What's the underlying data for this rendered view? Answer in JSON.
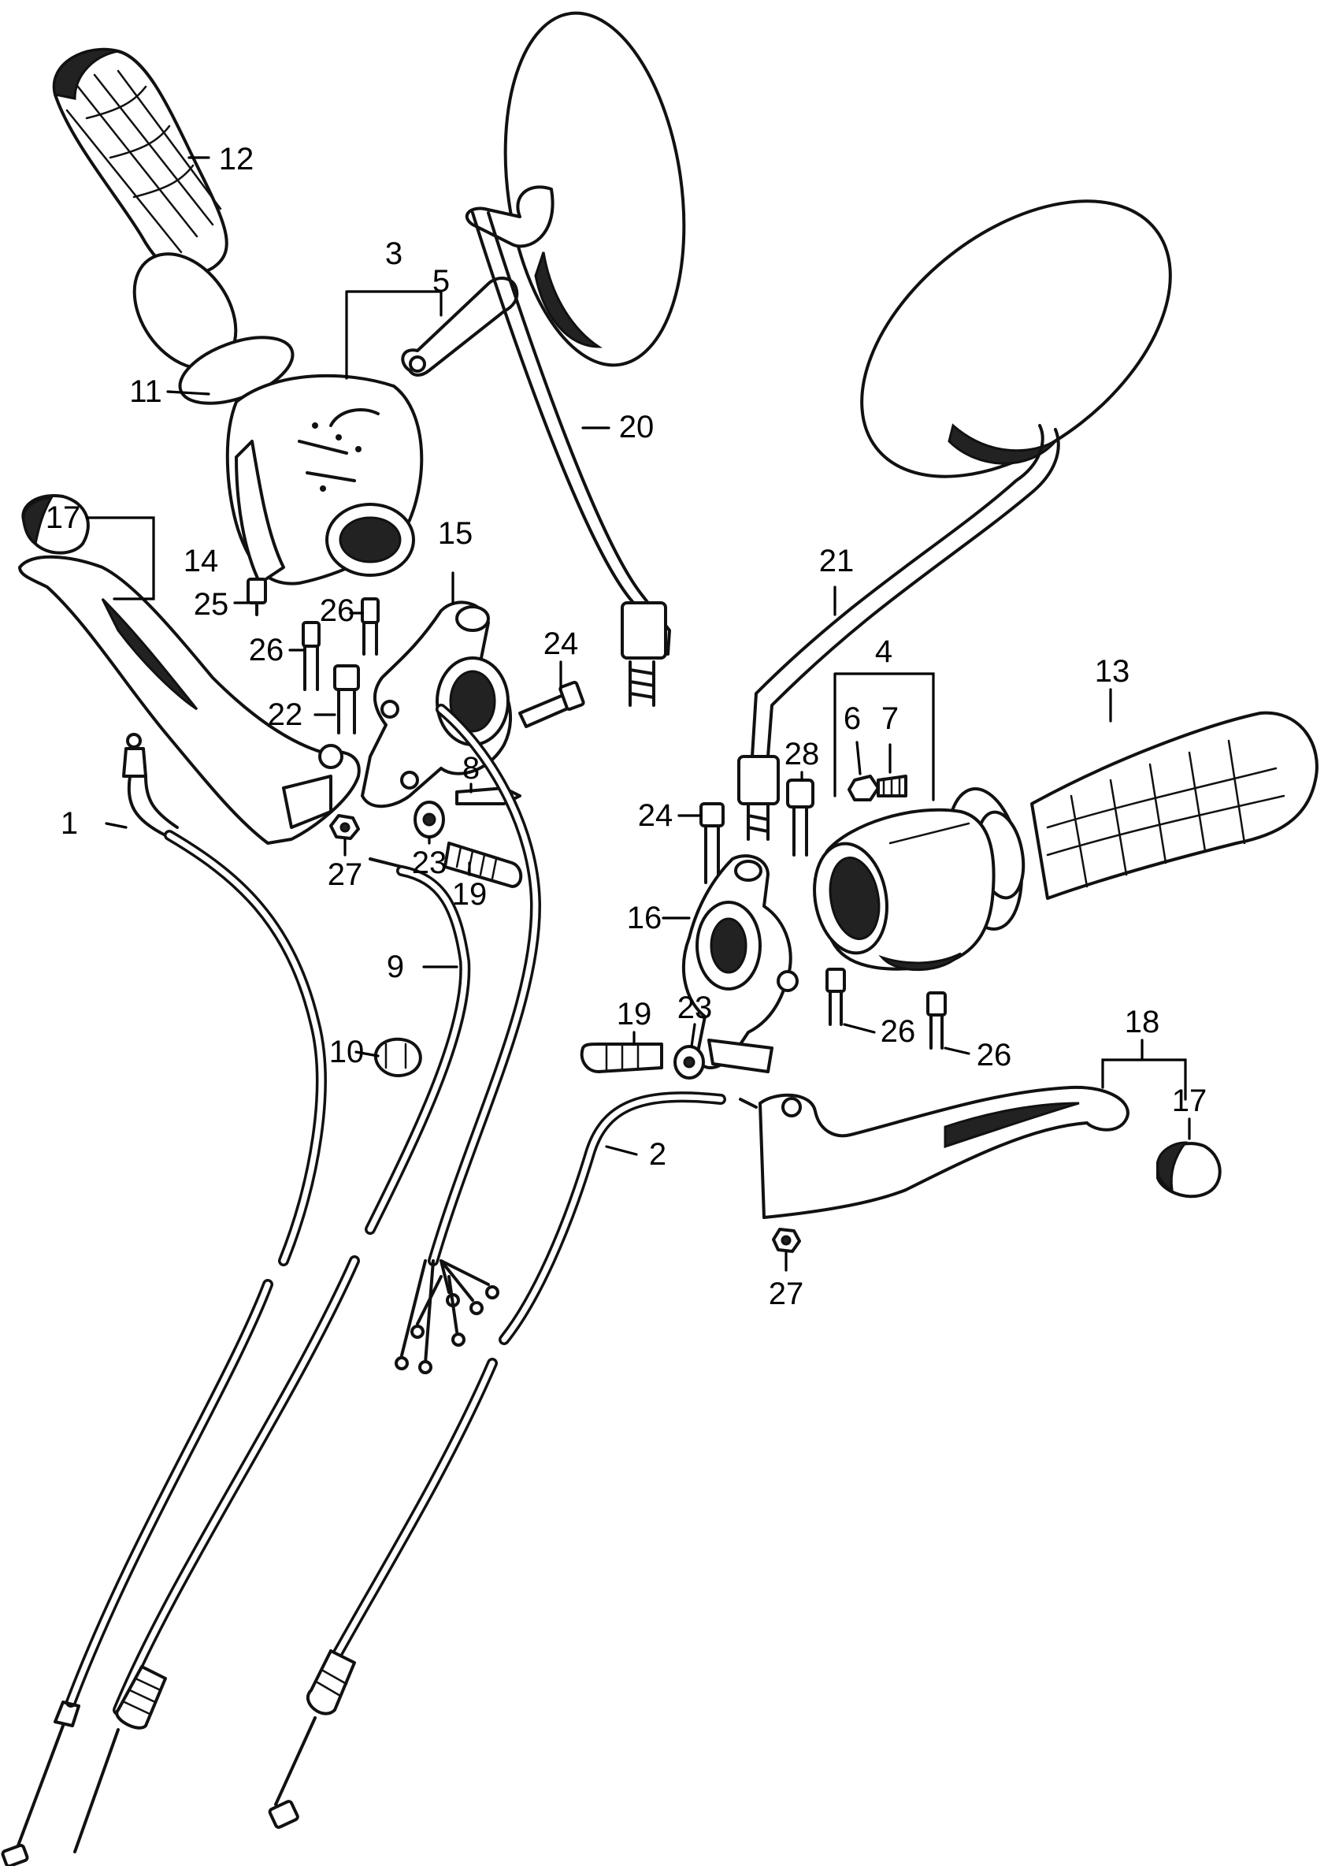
{
  "labels": [
    {
      "id": "12",
      "text": "12"
    },
    {
      "id": "3",
      "text": "3"
    },
    {
      "id": "5",
      "text": "5"
    },
    {
      "id": "11",
      "text": "11"
    },
    {
      "id": "20",
      "text": "20"
    },
    {
      "id": "17a",
      "text": "17"
    },
    {
      "id": "14",
      "text": "14"
    },
    {
      "id": "15",
      "text": "15"
    },
    {
      "id": "25",
      "text": "25"
    },
    {
      "id": "26a",
      "text": "26"
    },
    {
      "id": "26b",
      "text": "26"
    },
    {
      "id": "24a",
      "text": "24"
    },
    {
      "id": "22",
      "text": "22"
    },
    {
      "id": "21",
      "text": "21"
    },
    {
      "id": "13",
      "text": "13"
    },
    {
      "id": "4",
      "text": "4"
    },
    {
      "id": "6",
      "text": "6"
    },
    {
      "id": "7",
      "text": "7"
    },
    {
      "id": "28",
      "text": "28"
    },
    {
      "id": "8",
      "text": "8"
    },
    {
      "id": "1",
      "text": "1"
    },
    {
      "id": "24b",
      "text": "24"
    },
    {
      "id": "23a",
      "text": "23"
    },
    {
      "id": "27a",
      "text": "27"
    },
    {
      "id": "19a",
      "text": "19"
    },
    {
      "id": "16",
      "text": "16"
    },
    {
      "id": "9",
      "text": "9"
    },
    {
      "id": "26c",
      "text": "26"
    },
    {
      "id": "26d",
      "text": "26"
    },
    {
      "id": "10",
      "text": "10"
    },
    {
      "id": "19b",
      "text": "19"
    },
    {
      "id": "23b",
      "text": "23"
    },
    {
      "id": "18",
      "text": "18"
    },
    {
      "id": "17b",
      "text": "17"
    },
    {
      "id": "2",
      "text": "2"
    },
    {
      "id": "27b",
      "text": "27"
    }
  ]
}
